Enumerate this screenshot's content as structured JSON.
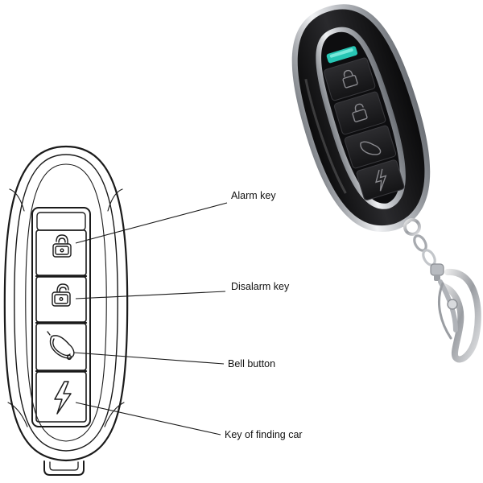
{
  "callouts": [
    {
      "label": "Alarm key"
    },
    {
      "label": "Disalarm key"
    },
    {
      "label": "Bell button"
    },
    {
      "label": "Key of finding car"
    }
  ],
  "buttons": [
    {
      "icon": "lock-closed-icon"
    },
    {
      "icon": "lock-open-icon"
    },
    {
      "icon": "bell-icon"
    },
    {
      "icon": "lightning-bolt-icon"
    }
  ],
  "colors": {
    "line_art": "#1a1a1a",
    "fob_body": "#1c1c1e",
    "fob_chrome": "#c9ccd0",
    "fob_led": "#27c6b4",
    "background": "#ffffff"
  }
}
